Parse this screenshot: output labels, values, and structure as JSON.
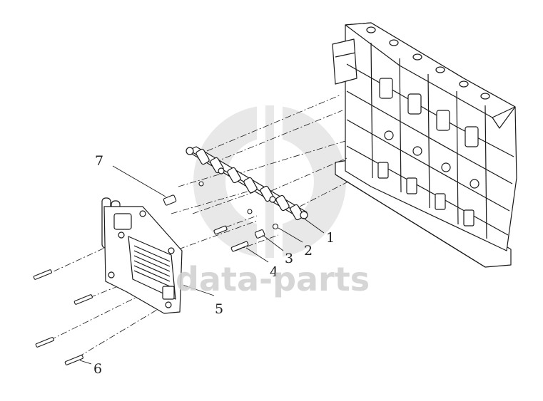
{
  "diagram": {
    "callouts": [
      {
        "id": "1",
        "text": "1"
      },
      {
        "id": "2",
        "text": "2"
      },
      {
        "id": "3",
        "text": "3"
      },
      {
        "id": "4",
        "text": "4"
      },
      {
        "id": "5",
        "text": "5"
      },
      {
        "id": "6",
        "text": "6"
      },
      {
        "id": "7",
        "text": "7"
      }
    ]
  },
  "watermark": {
    "text": "data-parts"
  },
  "colors": {
    "line": "#1a1a1a",
    "watermark": "#cfcfcf",
    "background": "#ffffff"
  }
}
